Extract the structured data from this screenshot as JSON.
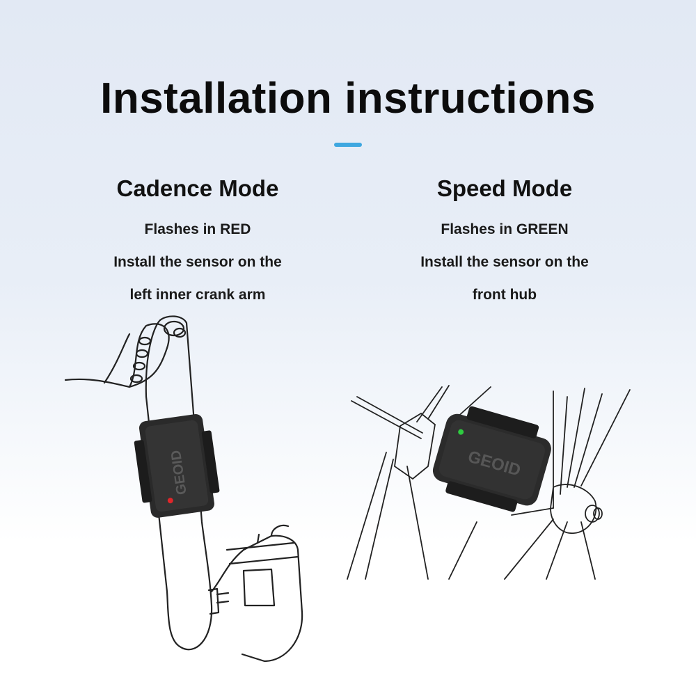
{
  "title": "Installation instructions",
  "accent_color": "#3ea7e0",
  "cadence": {
    "heading": "Cadence Mode",
    "flash": "Flashes in RED",
    "instruction_line1": "Install the sensor on the",
    "instruction_line2": "left inner crank arm",
    "led_color": "#e0262a"
  },
  "speed": {
    "heading": "Speed Mode",
    "flash": "Flashes in GREEN",
    "instruction_line1": "Install the sensor on the",
    "instruction_line2": "front hub",
    "led_color": "#2ecc40"
  },
  "brand": "GEOID"
}
